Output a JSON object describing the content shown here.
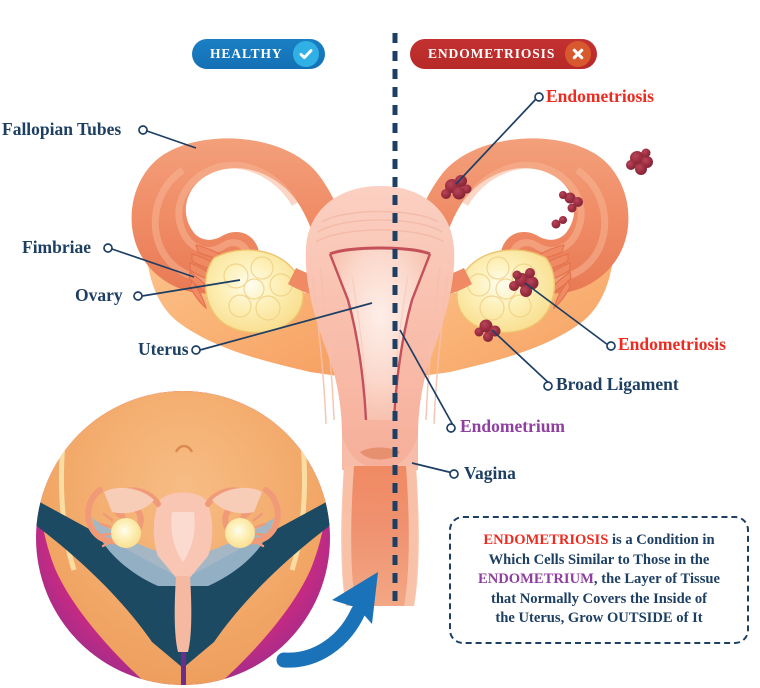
{
  "diagram": {
    "title": "Endometriosis vs Healthy Female Reproductive System",
    "colors": {
      "navy": "#1d3f63",
      "red": "#ee2b20",
      "purple": "#8e3fa0",
      "badge_healthy_bg": "#1a7fc4",
      "badge_healthy_mark": "#31b0e5",
      "badge_endo_bg": "#c33131",
      "badge_endo_mark": "#d9592f",
      "tube": "#f18f69",
      "ligament": "#f9ad72",
      "uterus": "#f9c3b4",
      "ovary": "#fbe9a8",
      "lesion": "#9e2c3f",
      "inset_magenta": "#d6297f",
      "inset_purple": "#8e2d8e",
      "inset_skin": "#f2a868",
      "inset_underwear": "#1d4a63",
      "arrow_blue": "#1a72b8"
    }
  },
  "badges": {
    "healthy": {
      "label": "HEALTHY",
      "mark": "check-icon"
    },
    "endometriosis": {
      "label": "ENDOMETRIOSIS",
      "mark": "cross-icon"
    }
  },
  "labels": {
    "left": [
      {
        "id": "fallopian-tubes",
        "text": "Fallopian Tubes",
        "color": "navy"
      },
      {
        "id": "fimbriae",
        "text": "Fimbriae",
        "color": "navy"
      },
      {
        "id": "ovary",
        "text": "Ovary",
        "color": "navy"
      },
      {
        "id": "uterus",
        "text": "Uterus",
        "color": "navy"
      }
    ],
    "right": [
      {
        "id": "endometriosis-upper",
        "text": "Endometriosis",
        "color": "red"
      },
      {
        "id": "endometriosis-lower",
        "text": "Endometriosis",
        "color": "red"
      },
      {
        "id": "broad-ligament",
        "text": "Broad Ligament",
        "color": "navy"
      },
      {
        "id": "endometrium",
        "text": "Endometrium",
        "color": "purple"
      },
      {
        "id": "vagina",
        "text": "Vagina",
        "color": "navy"
      }
    ]
  },
  "info_box": {
    "line1_keyword": "ENDOMETRIOSIS",
    "line1_rest": " is a Condition in",
    "line2": "Which Cells Similar to Those in the",
    "line3_keyword": "ENDOMETRIUM",
    "line3_rest": ", the Layer of Tissue",
    "line4": "that Normally Covers the Inside of",
    "line5": "the Uterus, Grow OUTSIDE of It"
  },
  "inset": {
    "name": "female-pelvis-body-view",
    "arrow": "curved-arrow-icon"
  },
  "divider": {
    "name": "vertical-dashed-divider"
  }
}
